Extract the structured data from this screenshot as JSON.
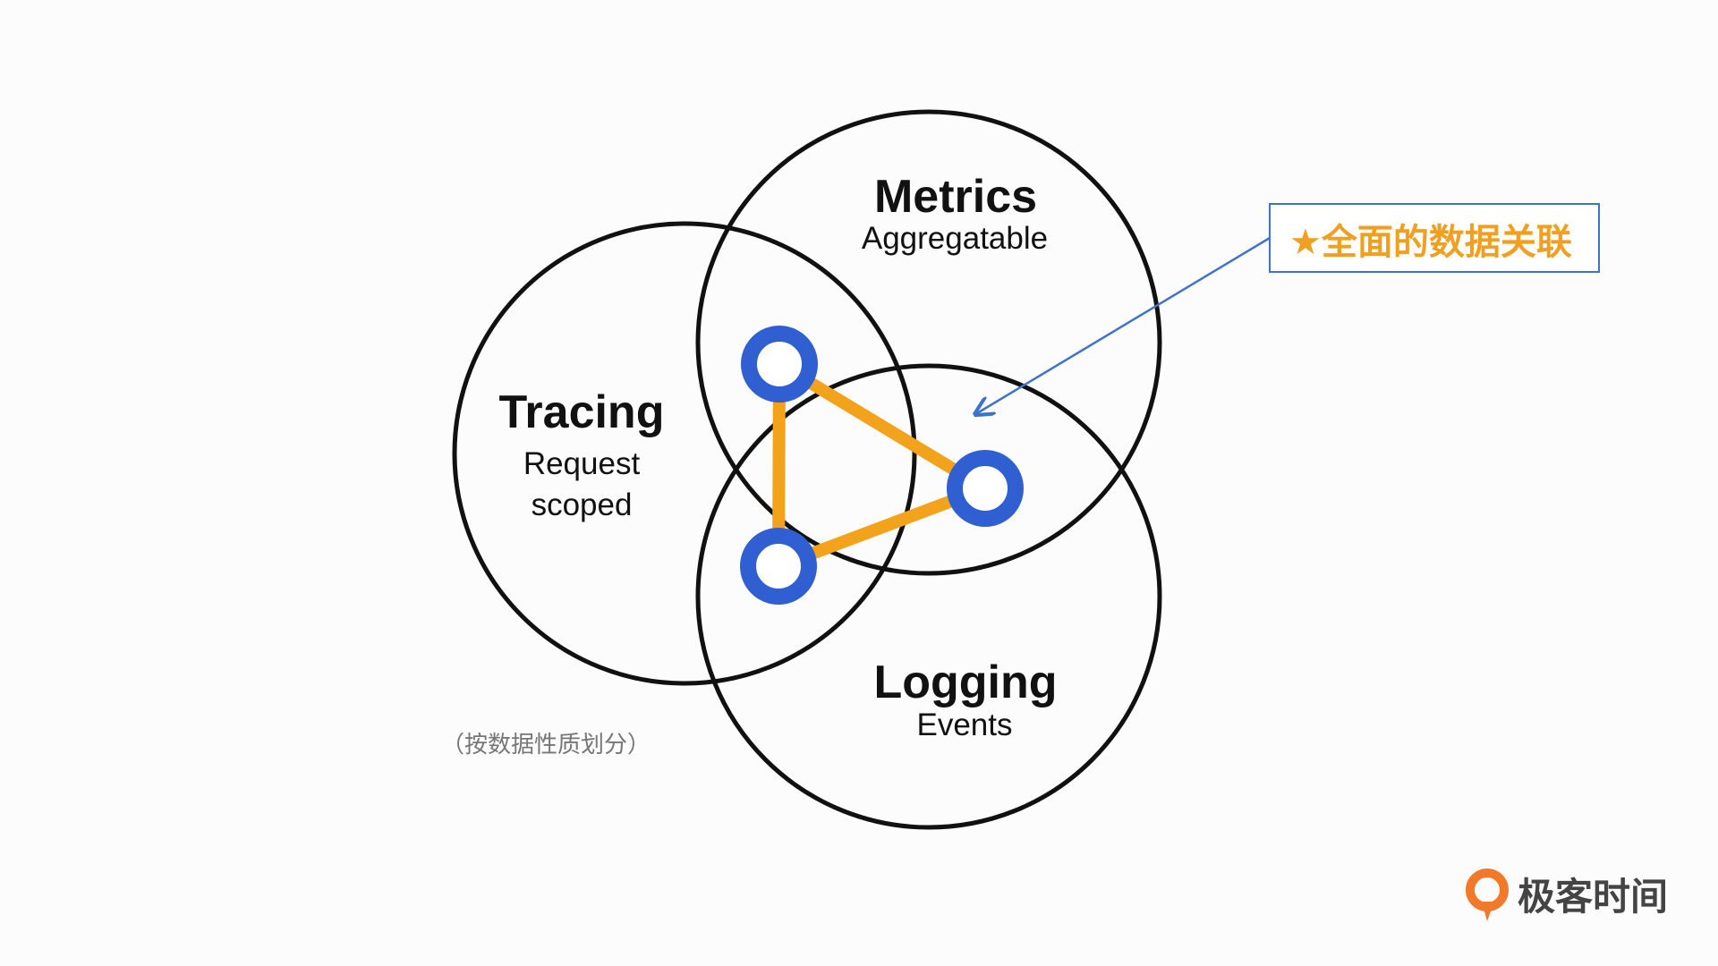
{
  "diagram": {
    "circles": {
      "tracing": {
        "title": "Tracing",
        "subtitle_line1": "Request",
        "subtitle_line2": "scoped"
      },
      "metrics": {
        "title": "Metrics",
        "subtitle": "Aggregatable"
      },
      "logging": {
        "title": "Logging",
        "subtitle": "Events"
      }
    },
    "note": "（按数据性质划分）",
    "callout": {
      "star": "★",
      "text": "全面的数据关联"
    }
  },
  "brand": {
    "name": "极客时间"
  },
  "colors": {
    "circle_stroke": "#111111",
    "node_blue": "#2f5fd0",
    "link_orange": "#f2a31b",
    "callout_text": "#f0a020",
    "callout_border": "#3f72c9",
    "arrow": "#3f72c9",
    "brand_orange": "#f07a2a"
  }
}
